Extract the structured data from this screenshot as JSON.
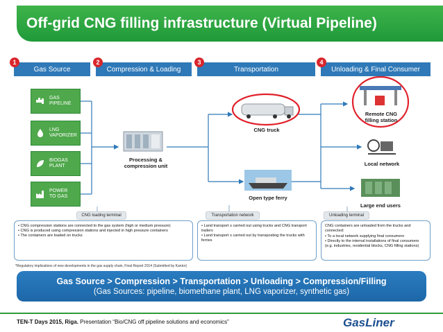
{
  "title": "Off-grid CNG filling infrastructure (Virtual Pipeline)",
  "stages": [
    {
      "num": "1",
      "label": "Gas Source"
    },
    {
      "num": "2",
      "label": "Compression & Loading"
    },
    {
      "num": "3",
      "label": "Transportation"
    },
    {
      "num": "4",
      "label": "Unloading & Final Consumer"
    }
  ],
  "sources": [
    {
      "label": "GAS\nPIPELINE",
      "icon": "pipeline-icon"
    },
    {
      "label": "LNG\nVAPORIZER",
      "icon": "vaporizer-icon"
    },
    {
      "label": "BIOGAS\nPLANT",
      "icon": "biogas-icon"
    },
    {
      "label": "POWER\nTO GAS",
      "icon": "factory-icon"
    }
  ],
  "captions": {
    "processing": "Processing &\ncompression unit",
    "cng_truck": "CNG truck",
    "ferry": "Open type ferry",
    "remote_station": "Remote CNG\nfilling station",
    "local_network": "Local network",
    "large_users": "Large end users"
  },
  "sections": {
    "loading": {
      "label": "CNG loading terminal",
      "items": [
        "CNG compression stations are connected to the gas system (high or medium pressure)",
        "CNG is produced using compression stations and injected in high pressure containers",
        "The containers are loaded on trucks"
      ]
    },
    "transport": {
      "label": "Transportation network",
      "items": [
        "Land transport s carried out using trucks and CNG transport trailers",
        "Land transport s carried out by transposting the trucks with ferries"
      ]
    },
    "unloading": {
      "label": "Unloading terminal",
      "lead": "CNG containers are unloaded from the trucks and connected:",
      "items": [
        "To a local network supplying final consumers",
        "Directly to the internal installations of final consumers (e.g. industries, residential blocks, CNG filling stations)"
      ]
    }
  },
  "footnote": "*Regulatory implications of new developments in the gas supply chain, Final Report 2014 (Submitted by Kantor)",
  "summary": {
    "line1": "Gas Source > Compression > Transportation > Unloading > Compression/Filling",
    "line2": "(Gas Sources: pipeline, biomethane plant, LNG vaporizer, synthetic gas)"
  },
  "footer": {
    "bold": "TEN-T Days 2015, Riga.",
    "rest": " Presentation “Bio/CNG off pipeline solutions and economics”"
  },
  "logo_text": "GasLiner",
  "colors": {
    "title_green": "#2aa63f",
    "stage_blue": "#2f79b8",
    "stage_number_red": "#d9262c",
    "source_green": "#4fa84b",
    "highlight_red": "#e0202a",
    "summary_blue": "#2171b4"
  }
}
